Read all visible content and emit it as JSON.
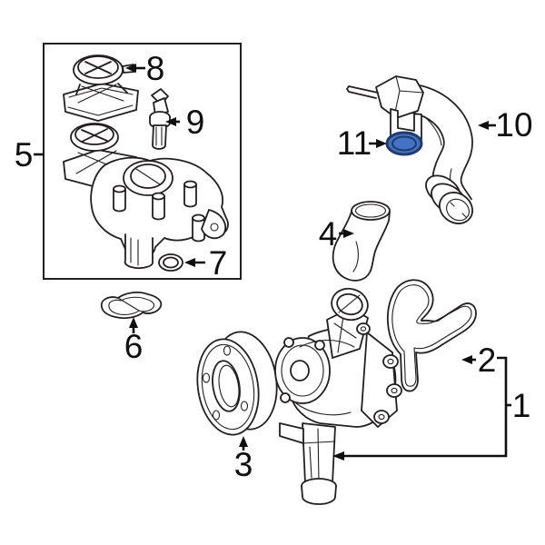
{
  "diagram": {
    "background_color": "#ffffff",
    "line_color": "#231f20",
    "highlight_fill": "#4472c4",
    "highlight_stroke": "#1d3b6d",
    "callouts": {
      "c1": "1",
      "c2": "2",
      "c3": "3",
      "c4": "4",
      "c5": "5",
      "c6": "6",
      "c7": "7",
      "c8": "8",
      "c9": "9",
      "c10": "10",
      "c11": "11"
    }
  }
}
